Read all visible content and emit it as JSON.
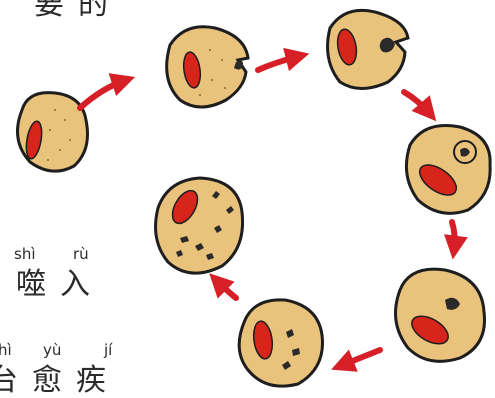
{
  "text": {
    "top_hanzi": "要的",
    "pinyin_line1": [
      "shì",
      "rù"
    ],
    "hanzi_line1": "噬入",
    "pinyin_line2": [
      "hì",
      "yù",
      "jí"
    ],
    "hanzi_line2": "台愈疾"
  },
  "colors": {
    "cell_fill": "#e9c27c",
    "cell_outline": "#1e1e1e",
    "nucleus": "#d8251c",
    "arrow": "#d61f26",
    "particle": "#2a2a2a"
  },
  "icons": [
    "phagocytosis-cell",
    "curved-arrow"
  ]
}
